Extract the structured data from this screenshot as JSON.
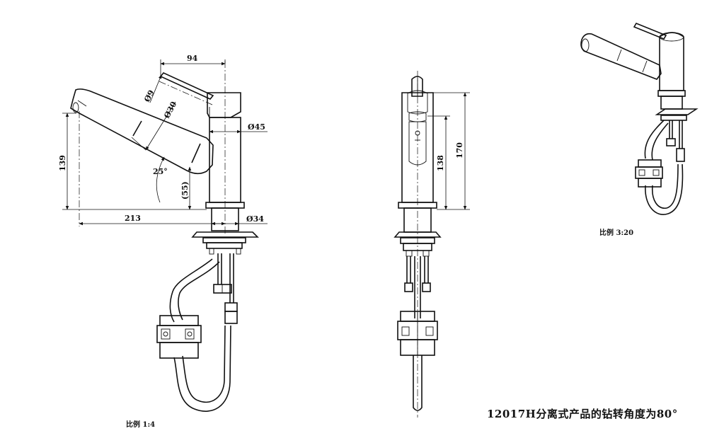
{
  "dimensions": {
    "d94": "94",
    "dia9": "Ø9",
    "dia30": "Ø30",
    "dia45": "Ø45",
    "d139": "139",
    "angle25": "25°",
    "d55": "(55)",
    "d213": "213",
    "dia34": "Ø34",
    "d138": "138",
    "d170": "170"
  },
  "scale_front": "比例 1:4",
  "scale_iso": "比例 3:20",
  "caption": "12017H分离式产品的钻转角度为80°"
}
